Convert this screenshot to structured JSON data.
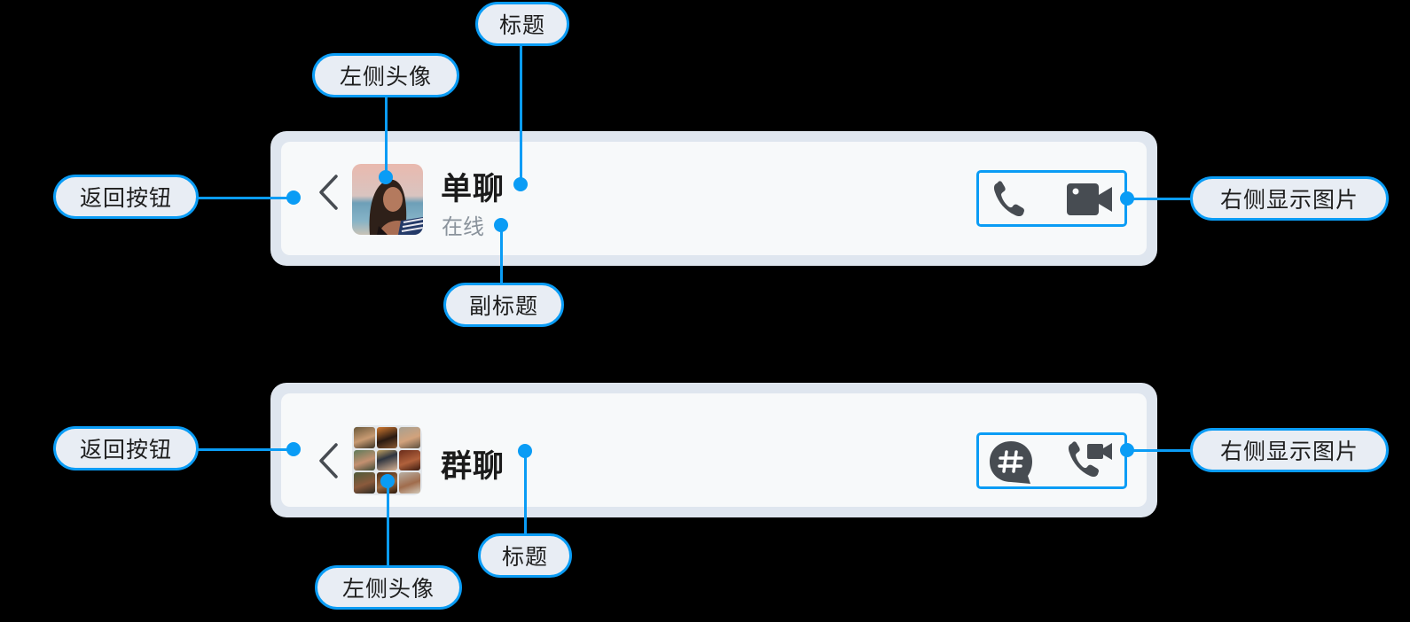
{
  "colors": {
    "accent": "#0a9cf5",
    "bar_outer": "#dfe6ef",
    "bar_inner": "#f7f9fa",
    "icon": "#474c52",
    "callout_bg": "#e8edf4"
  },
  "single_chat": {
    "title": "单聊",
    "subtitle": "在线",
    "right_icons": [
      "phone-icon",
      "video-camera-icon"
    ],
    "callouts": {
      "back": "返回按钮",
      "avatar": "左侧头像",
      "title": "标题",
      "subtitle": "副标题",
      "right": "右侧显示图片"
    }
  },
  "group_chat": {
    "title": "群聊",
    "right_icons": [
      "hashtag-chat-icon",
      "phone-video-icon"
    ],
    "callouts": {
      "back": "返回按钮",
      "avatar": "左侧头像",
      "title": "标题",
      "right": "右侧显示图片"
    }
  }
}
